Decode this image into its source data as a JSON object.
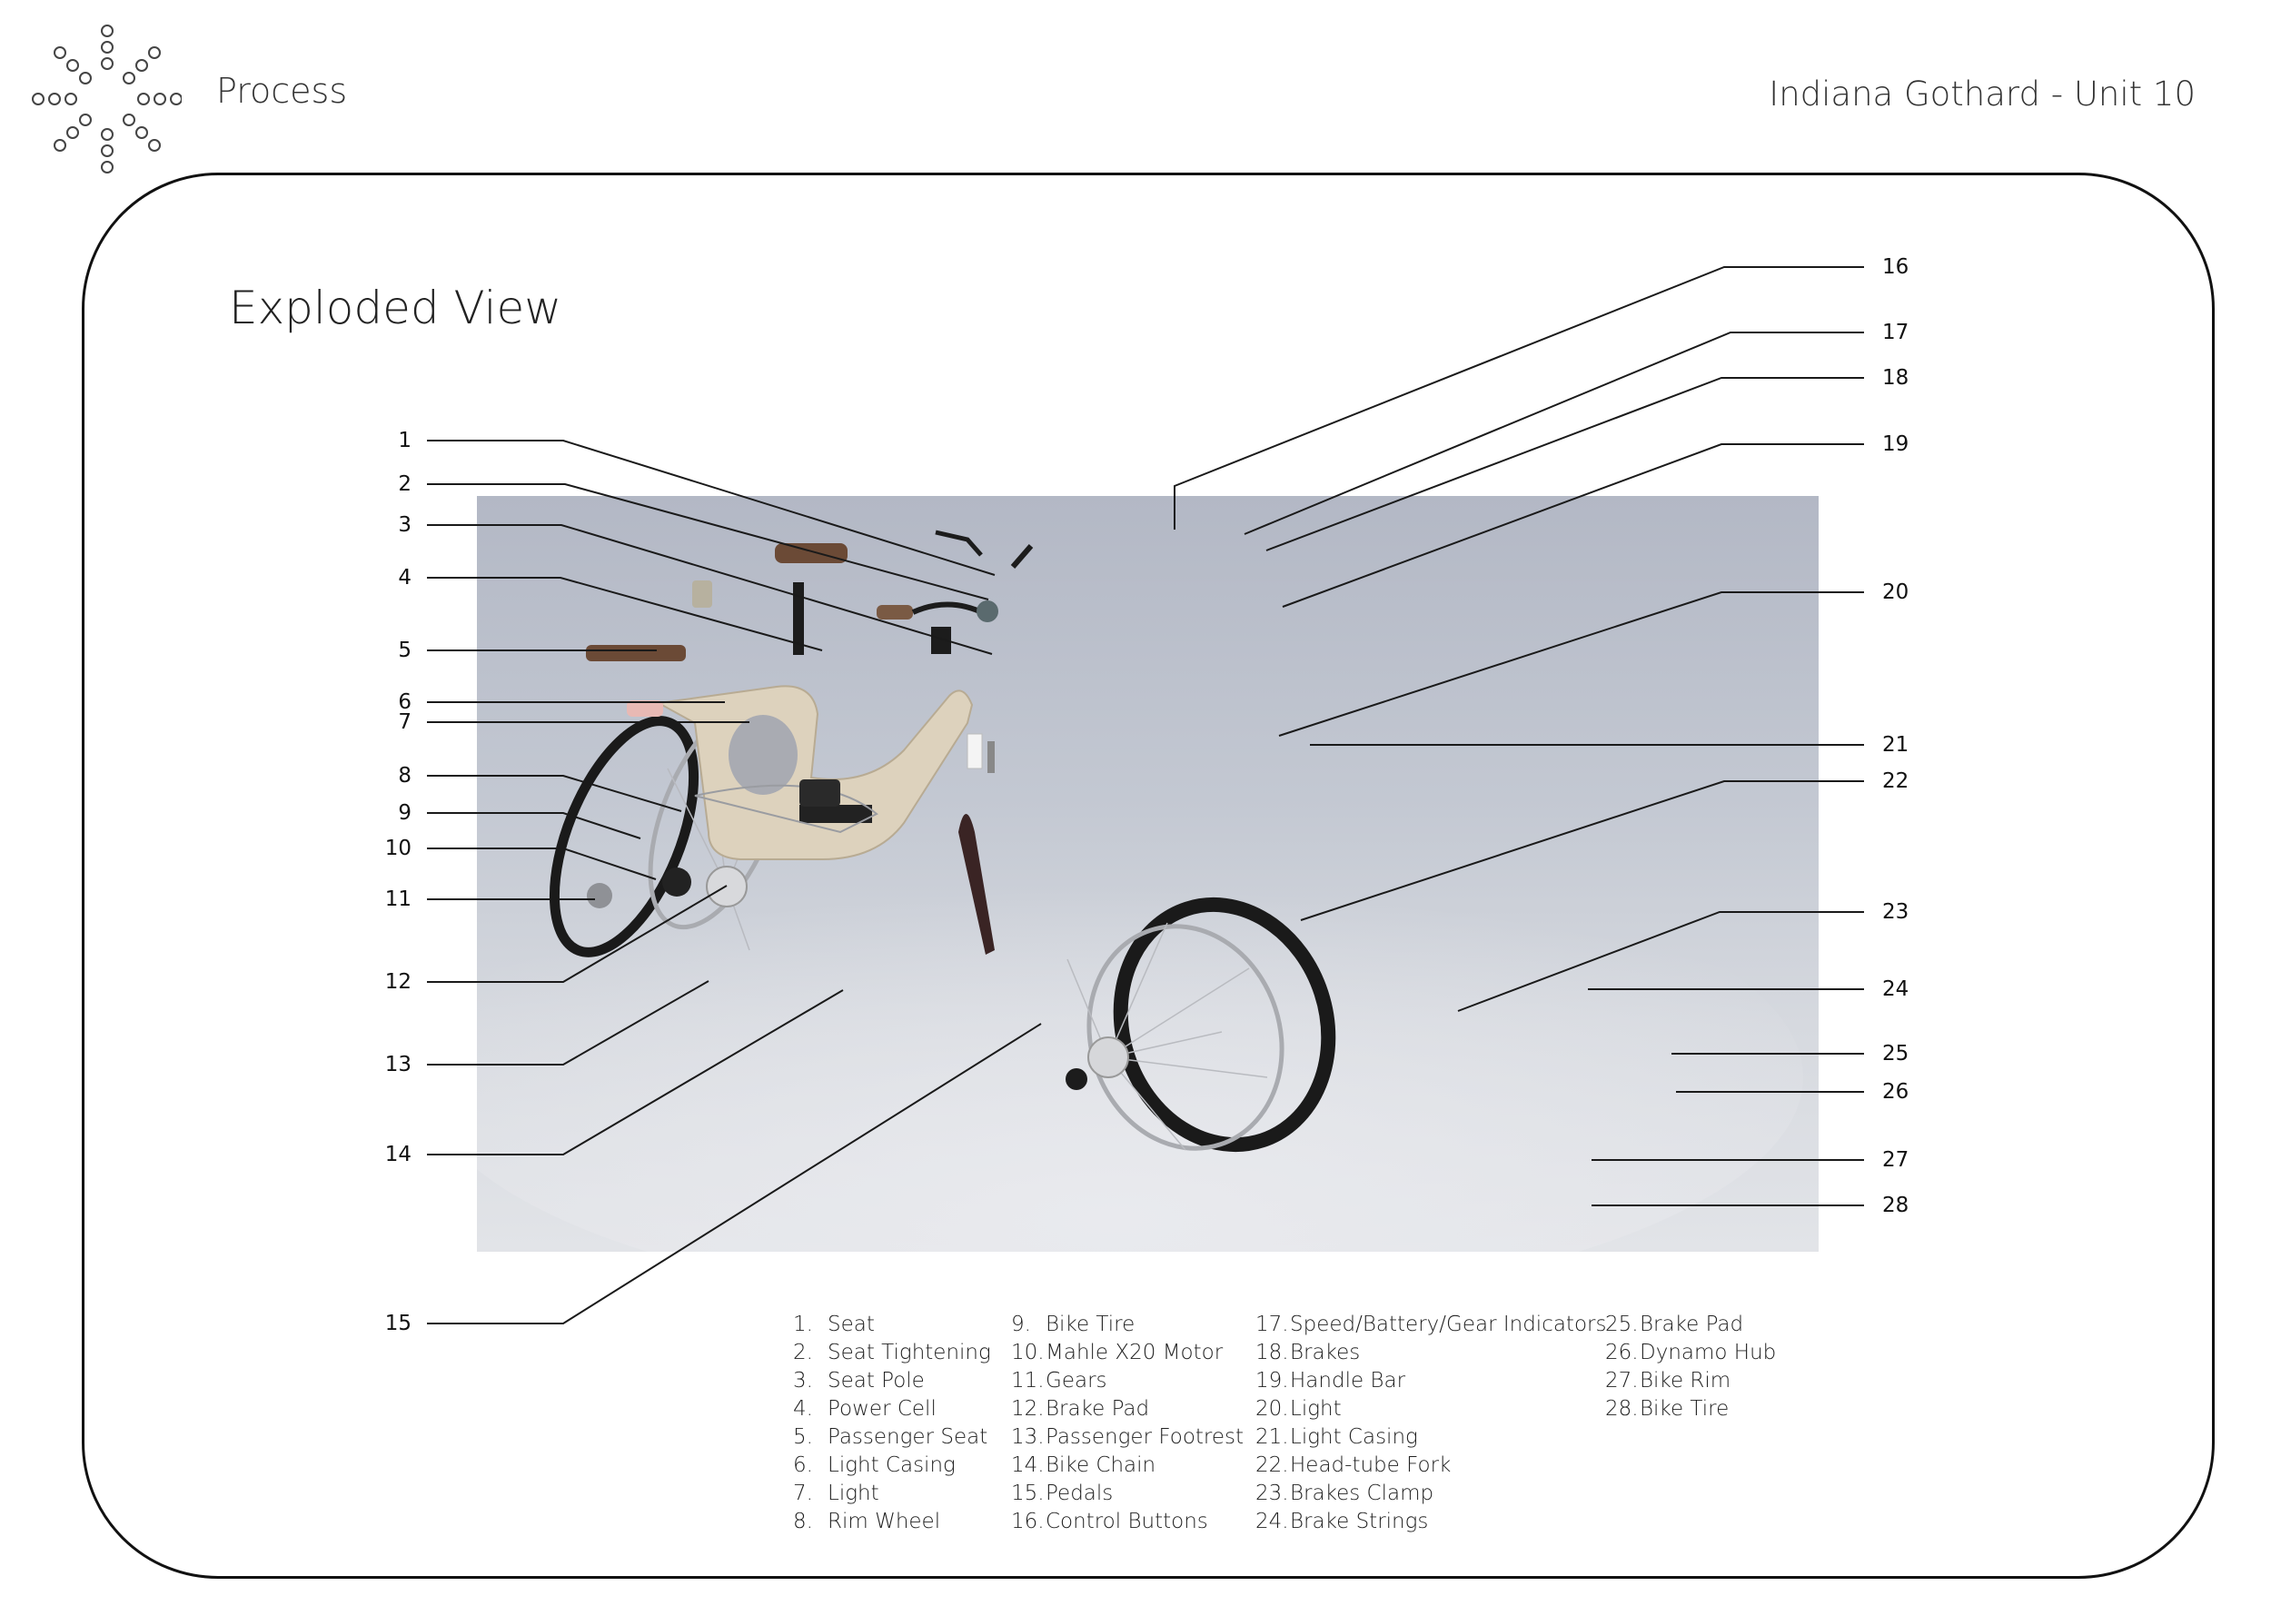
{
  "header": {
    "section": "Process",
    "author": "Indiana Gothard - Unit 10"
  },
  "diagram": {
    "title": "Exploded View",
    "callout_numbers": [
      "1",
      "2",
      "3",
      "4",
      "5",
      "6",
      "7",
      "8",
      "9",
      "10",
      "11",
      "12",
      "13",
      "14",
      "15",
      "16",
      "17",
      "18",
      "19",
      "20",
      "21",
      "22",
      "23",
      "24",
      "25",
      "26",
      "27",
      "28"
    ]
  },
  "legend": {
    "columns": [
      [
        {
          "num": "1.",
          "label": "Seat"
        },
        {
          "num": "2.",
          "label": "Seat Tightening"
        },
        {
          "num": "3.",
          "label": "Seat Pole"
        },
        {
          "num": "4.",
          "label": "Power Cell"
        },
        {
          "num": "5.",
          "label": "Passenger Seat"
        },
        {
          "num": "6.",
          "label": "Light Casing"
        },
        {
          "num": "7.",
          "label": "Light"
        },
        {
          "num": "8.",
          "label": "Rim Wheel"
        }
      ],
      [
        {
          "num": "9.",
          "label": "Bike Tire"
        },
        {
          "num": "10.",
          "label": "Mahle X20 Motor"
        },
        {
          "num": "11.",
          "label": "Gears"
        },
        {
          "num": "12.",
          "label": "Brake Pad"
        },
        {
          "num": "13.",
          "label": "Passenger Footrest"
        },
        {
          "num": "14.",
          "label": "Bike Chain"
        },
        {
          "num": "15.",
          "label": "Pedals"
        },
        {
          "num": "16.",
          "label": "Control Buttons"
        }
      ],
      [
        {
          "num": "17.",
          "label": "Speed/Battery/Gear Indicators"
        },
        {
          "num": "18.",
          "label": "Brakes"
        },
        {
          "num": "19.",
          "label": "Handle Bar"
        },
        {
          "num": "20.",
          "label": "Light"
        },
        {
          "num": "21.",
          "label": "Light Casing"
        },
        {
          "num": "22.",
          "label": "Head-tube Fork"
        },
        {
          "num": "23.",
          "label": "Brakes Clamp"
        },
        {
          "num": "24.",
          "label": "Brake Strings"
        }
      ],
      [
        {
          "num": "25.",
          "label": "Brake Pad"
        },
        {
          "num": "26.",
          "label": "Dynamo Hub"
        },
        {
          "num": "27.",
          "label": "Bike Rim"
        },
        {
          "num": "28.",
          "label": "Bike Tire"
        }
      ]
    ]
  }
}
